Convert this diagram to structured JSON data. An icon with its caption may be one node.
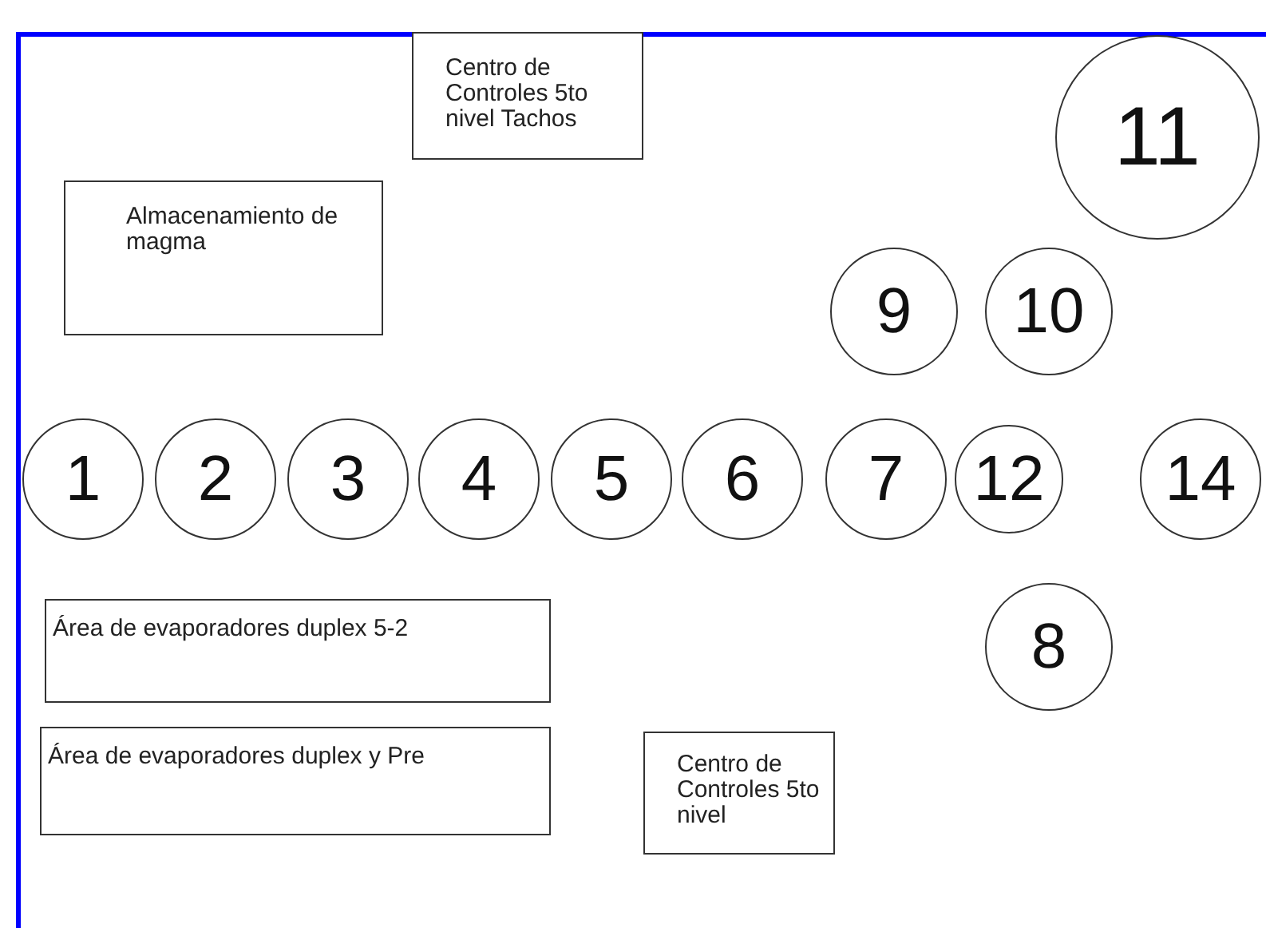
{
  "diagram": {
    "nodes": [
      {
        "text": [
          "Centro de Controles 5to nivel Tachos"
        ]
      },
      {
        "text": [
          "11"
        ]
      },
      {
        "text": [
          "Almacenamiento de magma"
        ]
      },
      {
        "text": [
          "9"
        ]
      },
      {
        "text": [
          "10"
        ]
      },
      {
        "text": [
          "1"
        ]
      },
      {
        "text": [
          "2"
        ]
      },
      {
        "text": [
          "3"
        ]
      },
      {
        "text": [
          "4"
        ]
      },
      {
        "text": [
          "5"
        ]
      },
      {
        "text": [
          "6"
        ]
      },
      {
        "text": [
          "7"
        ]
      },
      {
        "text": [
          "12"
        ]
      },
      {
        "text": [
          "14"
        ]
      },
      {
        "text": [
          "Área de evaporadores duplex 5-2"
        ]
      },
      {
        "text": [
          "8"
        ]
      },
      {
        "text": [
          "Área de evaporadores duplex y Pre"
        ]
      },
      {
        "text": [
          "Centro de Controles 5to nivel"
        ]
      }
    ]
  }
}
